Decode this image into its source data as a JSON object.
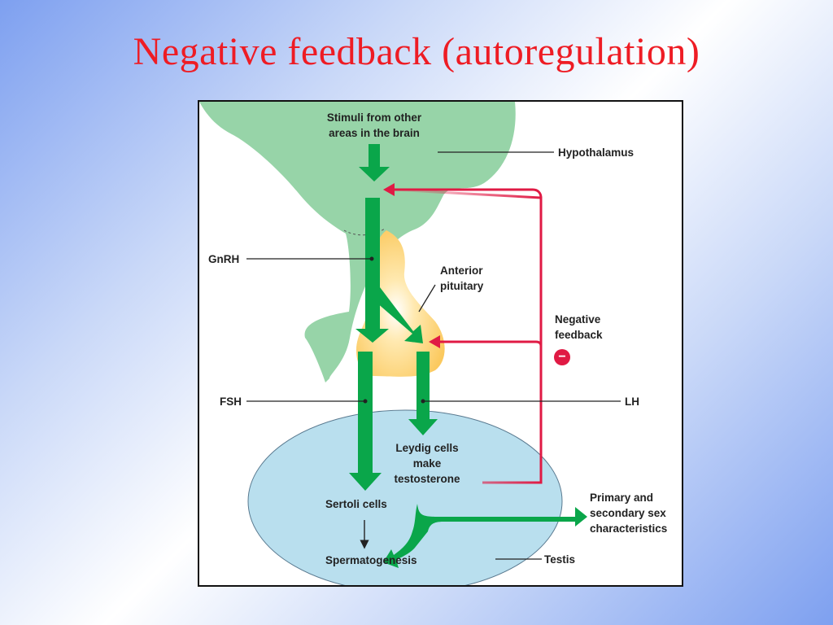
{
  "title": "Negative feedback (autoregulation)",
  "labels": {
    "stimuli_line1": "Stimuli from other",
    "stimuli_line2": "areas in the brain",
    "hypothalamus": "Hypothalamus",
    "gnrh": "GnRH",
    "anterior_line1": "Anterior",
    "anterior_line2": "pituitary",
    "negative_line1": "Negative",
    "negative_line2": "feedback",
    "minus_symbol": "−",
    "fsh": "FSH",
    "lh": "LH",
    "leydig_line1": "Leydig cells",
    "leydig_line2": "make",
    "leydig_line3": "testosterone",
    "sertoli": "Sertoli cells",
    "primary_line1": "Primary and",
    "primary_line2": "secondary sex",
    "primary_line3": "characteristics",
    "spermatogenesis": "Spermatogenesis",
    "testis": "Testis"
  },
  "colors": {
    "title": "#ee1c24",
    "hypothalamus_fill": "#97d4a8",
    "pituitary_fill": "#fbc95e",
    "testis_fill": "#b9dfee",
    "arrow_green": "#0aa64a",
    "feedback_red": "#e01a44"
  }
}
